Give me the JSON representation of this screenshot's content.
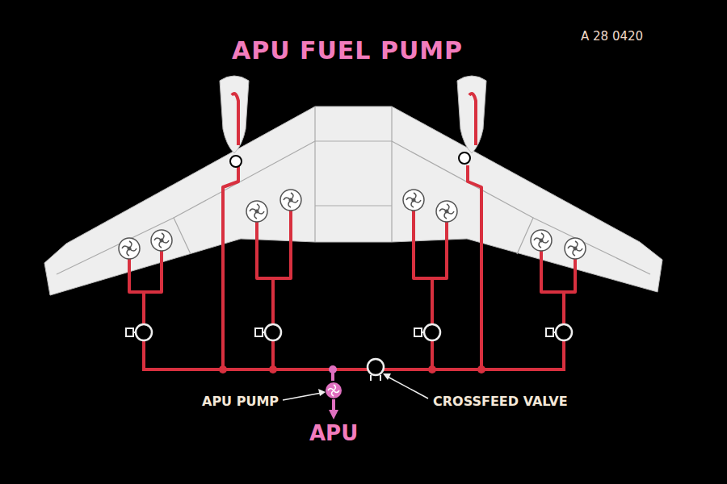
{
  "diagram": {
    "title": "APU FUEL PUMP",
    "labels": [
      "A 28 0420",
      "APU PUMP",
      "CROSSFEED VALVE",
      "APU"
    ]
  }
}
